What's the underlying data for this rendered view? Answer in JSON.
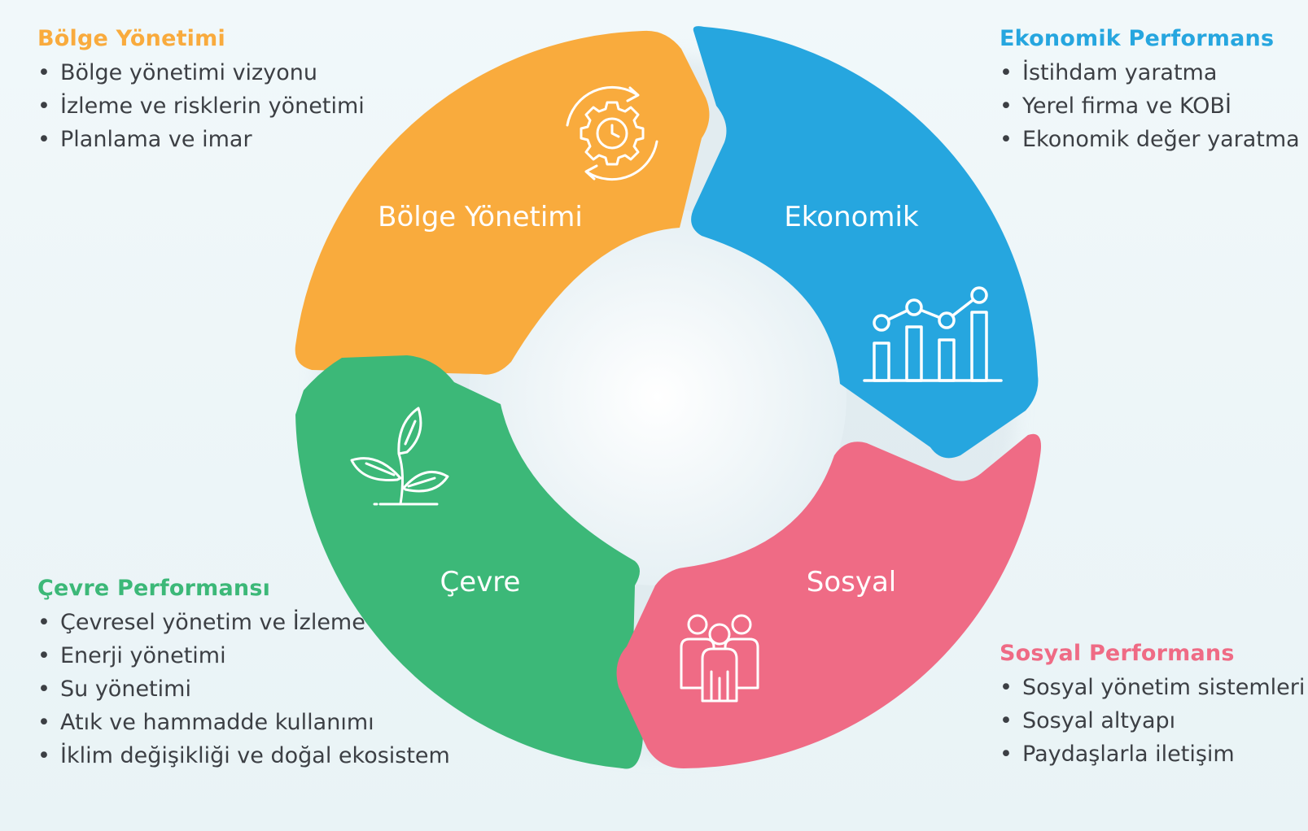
{
  "colors": {
    "bolge": "#f9ab3d",
    "ekonomik": "#26a6df",
    "cevre": "#3cb878",
    "sosyal": "#ef6b85",
    "text": "#3c3f44",
    "background": "#f1f8fa"
  },
  "segments": {
    "bolge": {
      "label": "Bölge Yönetimi",
      "icon": "gear-clock-icon"
    },
    "ekonomik": {
      "label": "Ekonomik",
      "icon": "bar-line-chart-icon"
    },
    "cevre": {
      "label": "Çevre",
      "icon": "plant-icon"
    },
    "sosyal": {
      "label": "Sosyal",
      "icon": "people-group-icon"
    }
  },
  "panels": {
    "bolge": {
      "title": "Bölge Yönetimi",
      "items": [
        "Bölge yönetimi vizyonu",
        "İzleme ve risklerin yönetimi",
        "Planlama ve imar"
      ]
    },
    "ekonomik": {
      "title": "Ekonomik Performans",
      "items": [
        "İstihdam yaratma",
        "Yerel firma ve KOBİ",
        "Ekonomik değer yaratma"
      ]
    },
    "cevre": {
      "title": "Çevre Performansı",
      "items": [
        "Çevresel yönetim ve İzleme",
        "Enerji yönetimi",
        "Su yönetimi",
        "Atık ve hammadde kullanımı",
        "İklim değişikliği ve doğal ekosistem"
      ]
    },
    "sosyal": {
      "title": "Sosyal Performans",
      "items": [
        "Sosyal yönetim sistemleri",
        "Sosyal altyapı",
        "Paydaşlarla iletişim"
      ]
    }
  },
  "bullet": "•"
}
